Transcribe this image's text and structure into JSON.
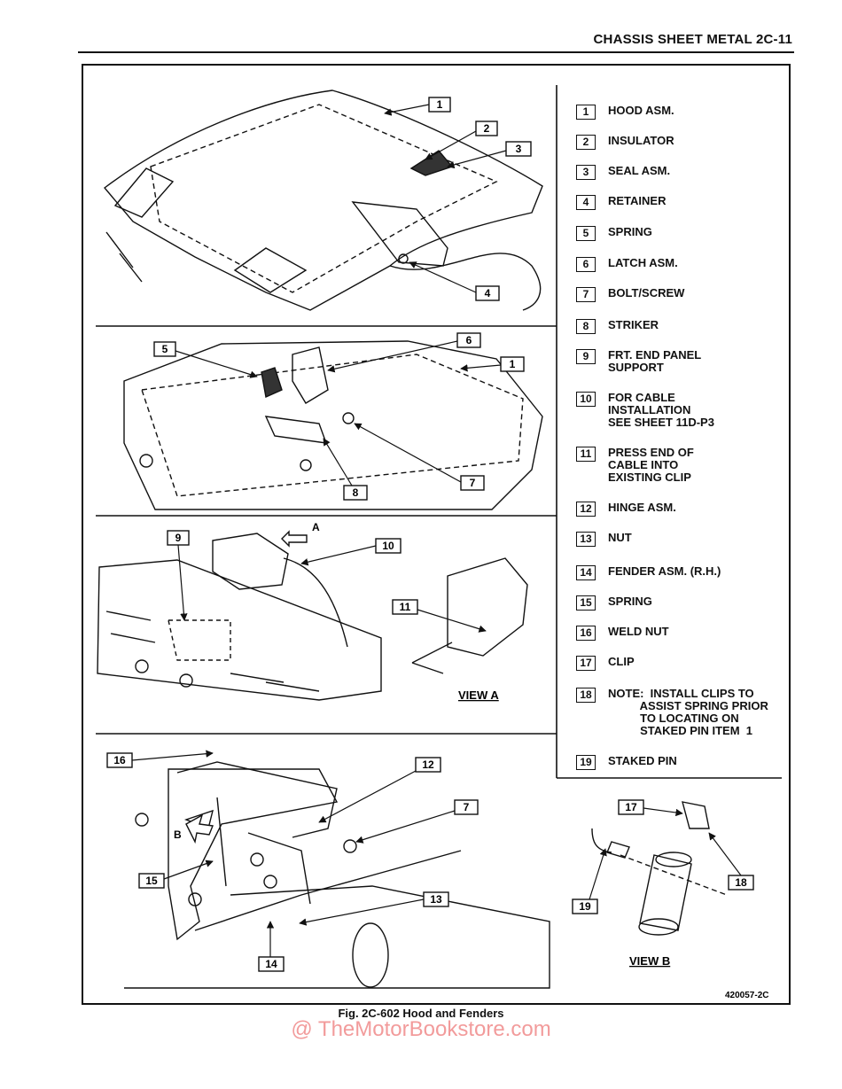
{
  "header": {
    "title": "CHASSIS SHEET METAL  2C-11"
  },
  "legend": [
    {
      "num": "1",
      "text": "HOOD ASM."
    },
    {
      "num": "2",
      "text": "INSULATOR"
    },
    {
      "num": "3",
      "text": "SEAL ASM."
    },
    {
      "num": "4",
      "text": "RETAINER"
    },
    {
      "num": "5",
      "text": "SPRING"
    },
    {
      "num": "6",
      "text": "LATCH ASM."
    },
    {
      "num": "7",
      "text": "BOLT/SCREW"
    },
    {
      "num": "8",
      "text": "STRIKER"
    },
    {
      "num": "9",
      "text": "FRT. END PANEL\nSUPPORT"
    },
    {
      "num": "10",
      "text": "FOR CABLE\nINSTALLATION\nSEE SHEET 11D-P3"
    },
    {
      "num": "11",
      "text": "PRESS END OF\nCABLE INTO\nEXISTING CLIP"
    },
    {
      "num": "12",
      "text": "HINGE ASM."
    },
    {
      "num": "13",
      "text": "NUT"
    },
    {
      "num": "14",
      "text": "FENDER ASM. (R.H.)"
    },
    {
      "num": "15",
      "text": "SPRING"
    },
    {
      "num": "16",
      "text": "WELD NUT"
    },
    {
      "num": "17",
      "text": "CLIP"
    },
    {
      "num": "18",
      "text": "NOTE:  INSTALL CLIPS TO\n          ASSIST SPRING PRIOR\n          TO LOCATING ON\n          STAKED PIN ITEM  1"
    },
    {
      "num": "19",
      "text": "STAKED PIN"
    }
  ],
  "diagram": {
    "callouts": {
      "p1_1": "1",
      "p1_2": "2",
      "p1_3": "3",
      "p1_4": "4",
      "p2_5": "5",
      "p2_6": "6",
      "p2_1": "1",
      "p2_8": "8",
      "p2_7": "7",
      "p3_9": "9",
      "p3_10": "10",
      "p3_11": "11",
      "p4_16": "16",
      "p4_12": "12",
      "p4_7": "7",
      "p4_15": "15",
      "p4_13": "13",
      "p4_14": "14",
      "p5_17": "17",
      "p5_18": "18",
      "p5_19": "19"
    },
    "view_a": "VIEW A",
    "view_b": "VIEW B",
    "arrow_a": "A",
    "arrow_b": "B",
    "code": "420057-2C"
  },
  "caption": "Fig. 2C-602 Hood and Fenders",
  "watermark": "@ TheMotorBookstore.com"
}
